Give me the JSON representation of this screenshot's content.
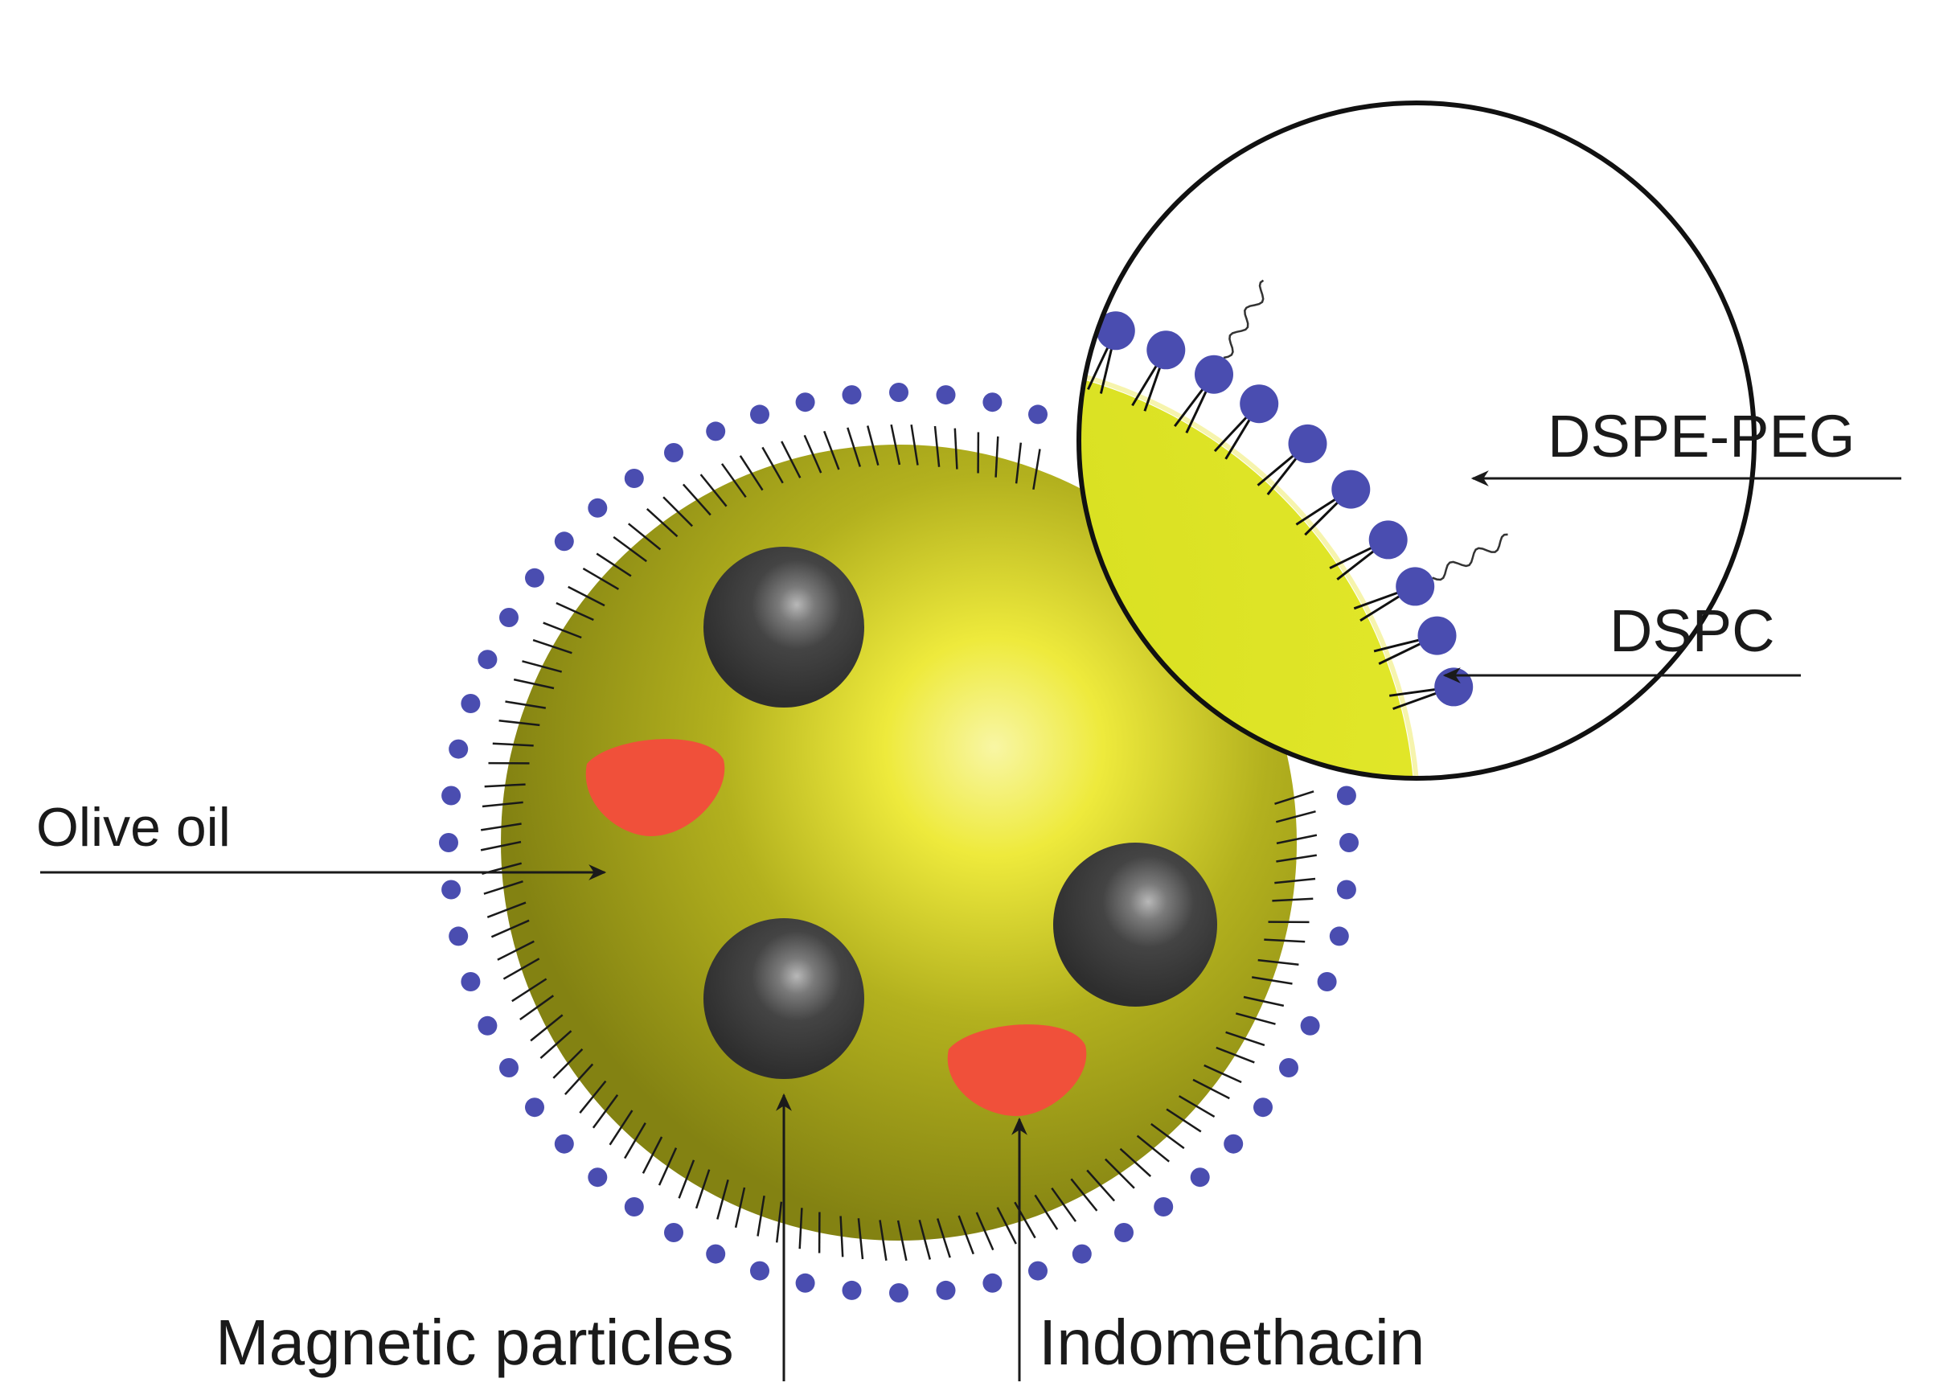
{
  "labels": {
    "olive_oil": "Olive oil",
    "magnetic_particles": "Magnetic particles",
    "indomethacin": "Indomethacin",
    "dspe_peg": "DSPE-PEG",
    "dspc": "DSPC"
  },
  "colors": {
    "oil_dark": "#8a8a12",
    "oil_light": "#f4f28a",
    "inset_fill": "#d8e01c",
    "lipid_head": "#4a4db0",
    "particle_dark": "#3a3a3a",
    "particle_highlight": "#a8a8a8",
    "drug": "#f0503a",
    "outline": "#111111"
  },
  "counts": {
    "lipids_on_droplet": 60,
    "magnetic_particles_shown": 3,
    "indomethacin_shown": 2
  }
}
